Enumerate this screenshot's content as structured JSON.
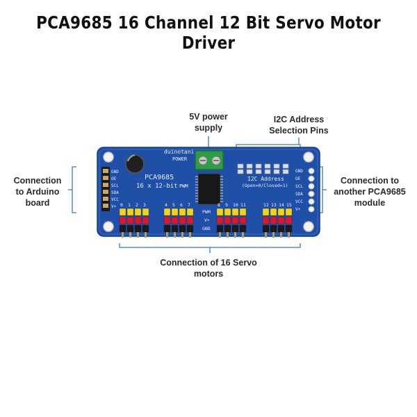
{
  "title": "PCA9685 16 Channel 12 Bit Servo Motor Driver",
  "callouts": {
    "power_line1": "5V power",
    "power_line2": "supply",
    "i2c_line1": "I2C Address",
    "i2c_line2": "Selection Pins",
    "arduino_line1": "Connection",
    "arduino_line2": "to Arduino",
    "arduino_line3": "board",
    "another_line1": "Connection to",
    "another_line2": "another PCA9685",
    "another_line3": "module",
    "servo_line1": "Connection of 16 Servo",
    "servo_line2": "motors"
  },
  "board": {
    "brand": "duinotani",
    "power_label": "POWER",
    "chip_name": "PCA9685",
    "chip_sub": "16 x 12-bit",
    "pwm_label": "PWM",
    "i2c_label": "I2C Address",
    "i2c_sub": "(Open=0/Closed=1)",
    "left_pins": [
      "GND",
      "OE",
      "SCL",
      "SDA",
      "VCC",
      "V+"
    ],
    "right_pins": [
      "GND",
      "OE",
      "SCL",
      "SDA",
      "VCC",
      "V+"
    ],
    "channel_numbers": [
      "0",
      "1",
      "2",
      "3",
      "4",
      "5",
      "6",
      "7",
      "8",
      "9",
      "10",
      "11",
      "12",
      "13",
      "14",
      "15"
    ],
    "row_labels": [
      "PWM",
      "V+",
      "GND"
    ]
  },
  "colors": {
    "board": "#1f4fa6",
    "pin_yellow": "#f3d21a",
    "pin_red": "#d9182b",
    "pin_black": "#1a1a1a",
    "terminal_green": "#2d9e43",
    "leader_line": "#3a78c2"
  }
}
